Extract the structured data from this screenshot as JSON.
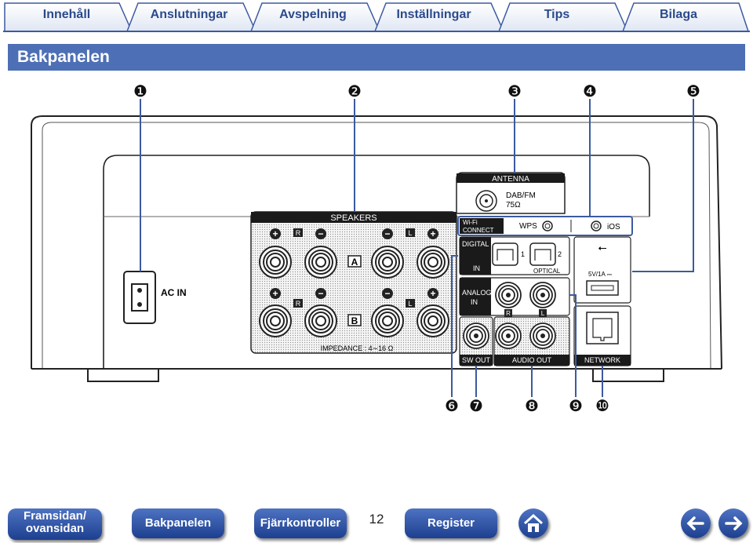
{
  "tabs": [
    "Innehåll",
    "Anslutningar",
    "Avspelning",
    "Inställningar",
    "Tips",
    "Bilaga"
  ],
  "page_title": "Bakpanelen",
  "callouts_top": [
    "❶",
    "❷",
    "❸",
    "❹",
    "❺"
  ],
  "callouts_bottom": [
    "❻",
    "❼",
    "❽",
    "❾",
    "❿"
  ],
  "panel": {
    "ac_in": "AC IN",
    "speakers": "SPEAKERS",
    "impedance": "IMPEDANCE : 4∼16 Ω",
    "terminal_a": "A",
    "terminal_b": "B",
    "r": "R",
    "l": "L",
    "antenna": "ANTENNA",
    "dabfm": "DAB/FM",
    "ohm": "75Ω",
    "wifi_1": "Wi-Fi",
    "wifi_2": "CONNECT",
    "wps": "WPS",
    "ios": "iOS",
    "digital": "DIGITAL",
    "in": "IN",
    "opt1": "1",
    "opt2": "2",
    "optical": "OPTICAL",
    "usb_rating": "5V/1A ⎓",
    "analog_1": "ANALOG",
    "analog_2": "IN",
    "sw_out": "SW OUT",
    "audio_out": "AUDIO OUT",
    "network": "NETWORK"
  },
  "footer": {
    "home_top": "Framsidan/",
    "home_bottom": "ovansidan",
    "rear": "Bakpanelen",
    "remote": "Fjärrkontroller",
    "page": "12",
    "index": "Register"
  }
}
